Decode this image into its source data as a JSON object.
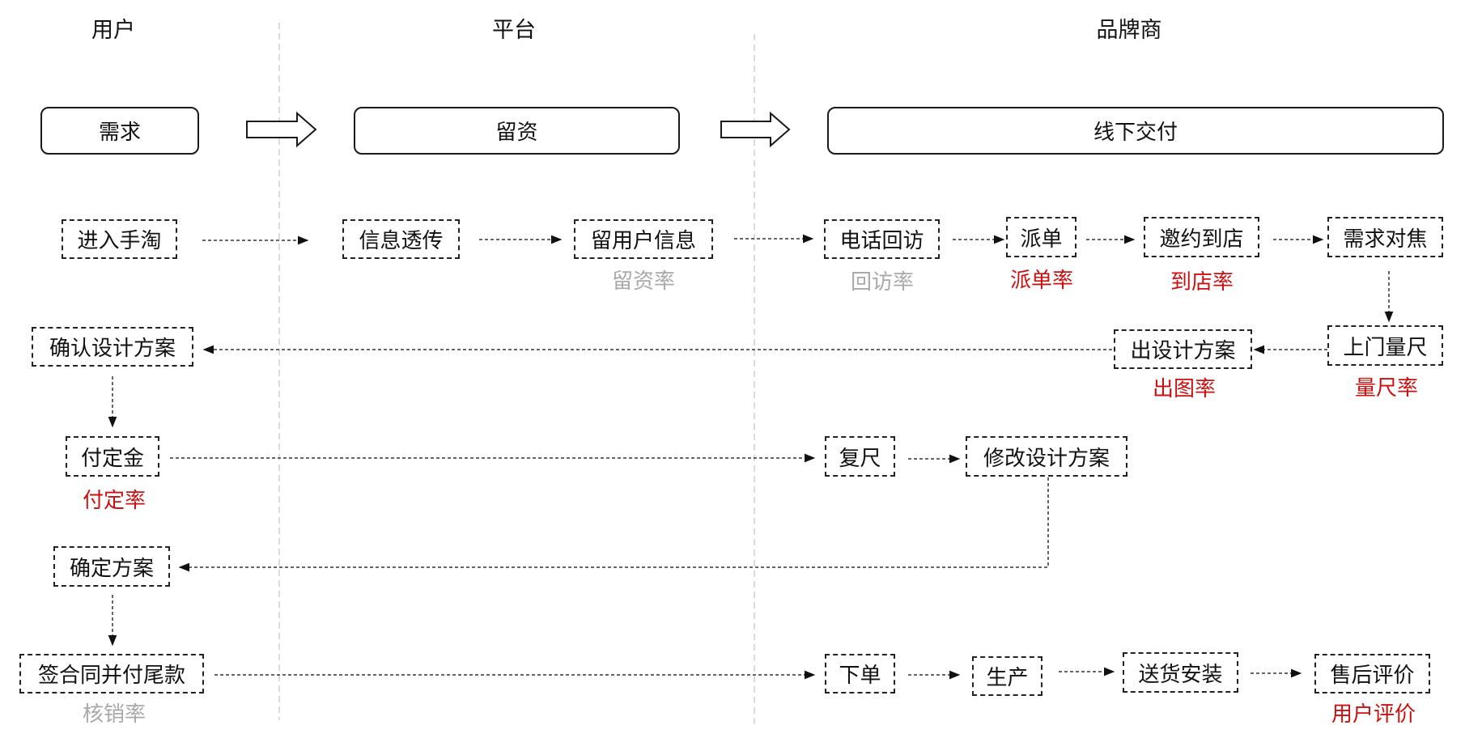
{
  "lanes": {
    "user": "用户",
    "platform": "平台",
    "brand": "品牌商"
  },
  "phases": {
    "demand": "需求",
    "lead": "留资",
    "offline": "线下交付"
  },
  "nodes": {
    "enter_taobao": "进入手淘",
    "info_pass": "信息透传",
    "leave_info": "留用户信息",
    "phone_visit": "电话回访",
    "dispatch": "派单",
    "invite_store": "邀约到店",
    "demand_focus": "需求对焦",
    "door_measure": "上门量尺",
    "design_plan": "出设计方案",
    "confirm_design": "确认设计方案",
    "pay_deposit": "付定金",
    "re_measure": "复尺",
    "modify_design": "修改设计方案",
    "confirm_plan": "确定方案",
    "sign_contract": "签合同并付尾款",
    "place_order": "下单",
    "produce": "生产",
    "deliver_install": "送货安装",
    "after_sales": "售后评价"
  },
  "metrics": {
    "lead_rate": "留资率",
    "visit_rate": "回访率",
    "dispatch_rate": "派单率",
    "store_rate": "到店率",
    "drawing_rate": "出图率",
    "measure_rate": "量尺率",
    "deposit_rate": "付定率",
    "writeoff_rate": "核销率",
    "user_review": "用户评价"
  },
  "colors": {
    "highlight": "#cc1010",
    "muted": "#a9a9a9",
    "line": "#222222"
  }
}
